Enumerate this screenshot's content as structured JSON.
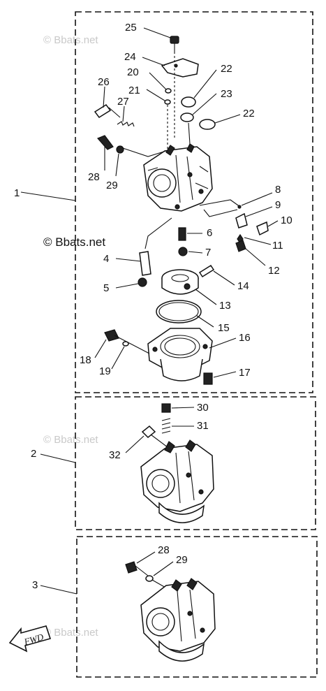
{
  "watermark": "© Bbats.net",
  "callouts": {
    "c1": "1",
    "c2": "2",
    "c3": "3",
    "c4": "4",
    "c5": "5",
    "c6": "6",
    "c7": "7",
    "c8": "8",
    "c9": "9",
    "c10": "10",
    "c11": "11",
    "c12": "12",
    "c13": "13",
    "c14": "14",
    "c15": "15",
    "c16": "16",
    "c17": "17",
    "c18": "18",
    "c19": "19",
    "c20": "20",
    "c21": "21",
    "c22a": "22",
    "c22b": "22",
    "c23": "23",
    "c24": "24",
    "c25": "25",
    "c26": "26",
    "c27": "27",
    "c28a": "28",
    "c29a": "29",
    "c30": "30",
    "c31": "31",
    "c32": "32",
    "c28b": "28",
    "c29b": "29"
  },
  "fwd_label": "FWD"
}
